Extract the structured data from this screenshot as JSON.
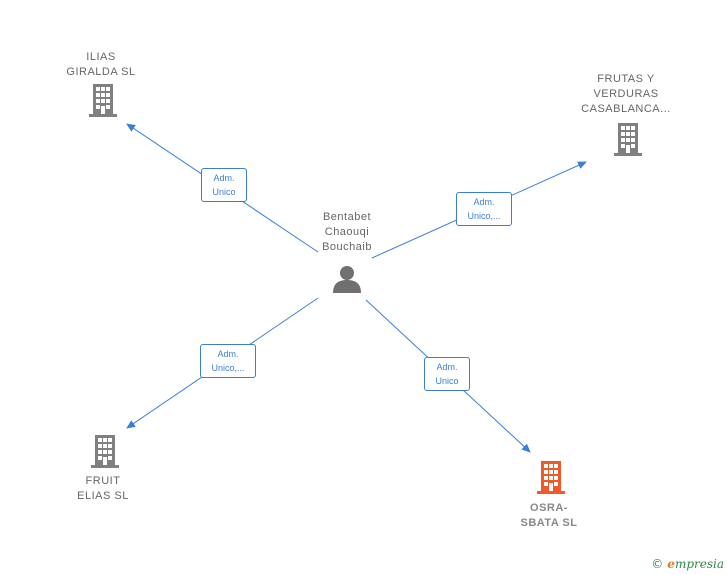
{
  "center": {
    "name": "Bentabet\nChaouqi\nBouchaib",
    "icon": "person-icon"
  },
  "companies": [
    {
      "id": "ilias",
      "name": "ILIAS\nGIRALDA SL",
      "icon": "building-icon",
      "color": "#808080",
      "relation": "Adm.\nUnico"
    },
    {
      "id": "frutas",
      "name": "FRUTAS Y\nVERDURAS\nCASABLANCA...",
      "icon": "building-icon",
      "color": "#808080",
      "relation": "Adm.\nUnico,..."
    },
    {
      "id": "fruit",
      "name": "FRUIT\nELIAS SL",
      "icon": "building-icon",
      "color": "#808080",
      "relation": "Adm.\nUnico,..."
    },
    {
      "id": "osra",
      "name": "OSRA-\nSBATA SL",
      "icon": "building-icon",
      "color": "#f05a28",
      "relation": "Adm.\nUnico"
    }
  ],
  "colors": {
    "edge": "#3a7fd5",
    "person": "#707070"
  },
  "footer": {
    "copyright_symbol": "©",
    "brand_initial": "e",
    "brand_rest": "mpresia"
  }
}
